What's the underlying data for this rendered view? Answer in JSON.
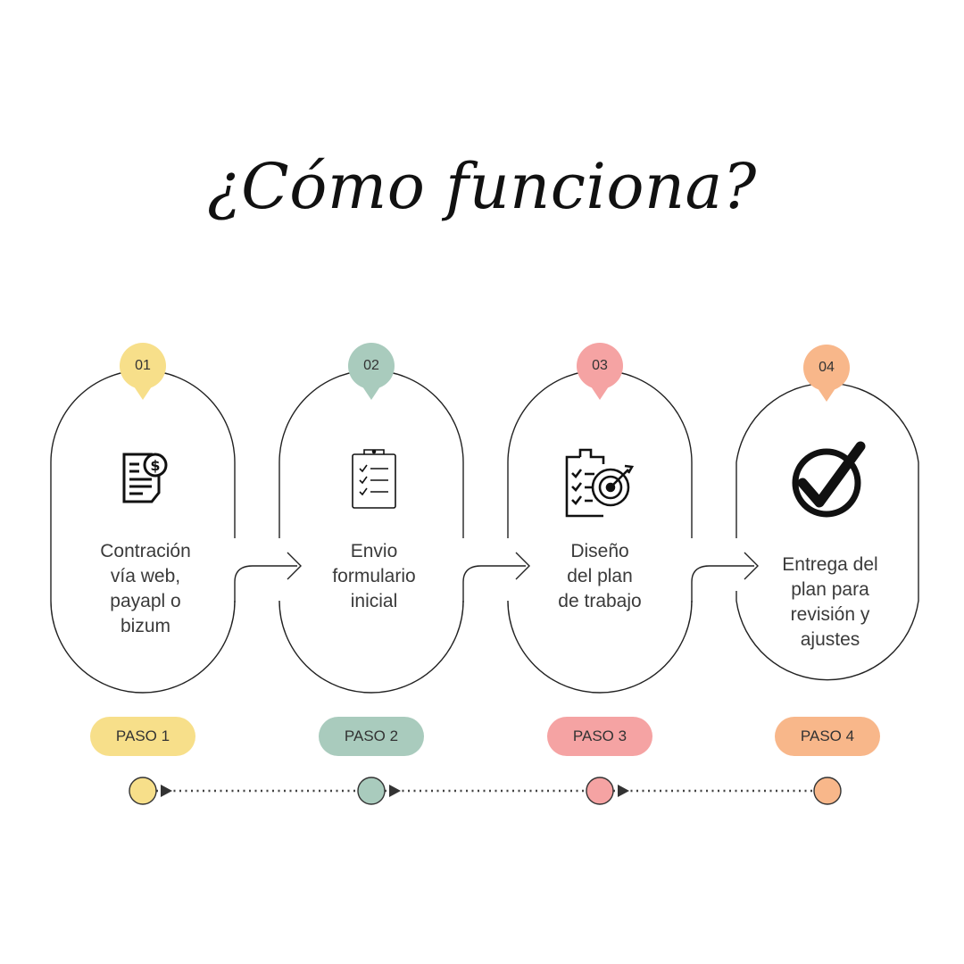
{
  "title": "¿Cómo funciona?",
  "steps": [
    {
      "number": "01",
      "text": "Contración\nvía web,\npayapl o\nbizum",
      "pill": "PASO 1",
      "icon": "invoice-dollar-icon",
      "color": "#f7df8a"
    },
    {
      "number": "02",
      "text": "Envio\nformulario\ninicial",
      "pill": "PASO 2",
      "icon": "clipboard-checklist-icon",
      "color": "#a9cbbd"
    },
    {
      "number": "03",
      "text": "Diseño\ndel plan\nde trabajo",
      "pill": "PASO 3",
      "icon": "clipboard-target-icon",
      "color": "#f5a3a3"
    },
    {
      "number": "04",
      "text": "Entrega del\nplan para\nrevisión y\najustes",
      "pill": "PASO 4",
      "icon": "checkmark-circle-icon",
      "color": "#f8b78a"
    }
  ]
}
